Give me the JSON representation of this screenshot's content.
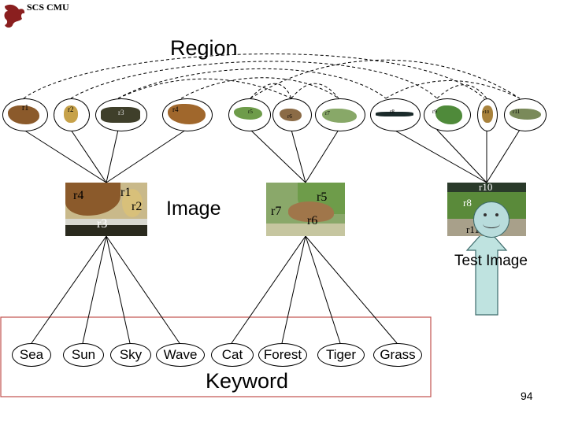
{
  "header": "SCS CMU",
  "region_title": "Region",
  "image_title": "Image",
  "test_image_title": "Test Image",
  "keyword_title": "Keyword",
  "page_number": "94",
  "keywords": [
    "Sea",
    "Sun",
    "Sky",
    "Wave",
    "Cat",
    "Forest",
    "Tiger",
    "Grass"
  ],
  "region_labels": {
    "r1": "r1",
    "r2": "r2",
    "r3": "r3",
    "r4": "r4",
    "r5": "r5",
    "r6": "r6",
    "r7": "r7",
    "r8": "r8",
    "r9": "r9",
    "r10": "r10",
    "r11": "r11"
  },
  "colors": {
    "border": "#c0504d",
    "arrow_fill": "#bfe3e0",
    "arrow_stroke": "#3d6b6b",
    "brown": "#8b5a2b",
    "green": "#6e9c4a",
    "sea": "#1a2a2a"
  }
}
